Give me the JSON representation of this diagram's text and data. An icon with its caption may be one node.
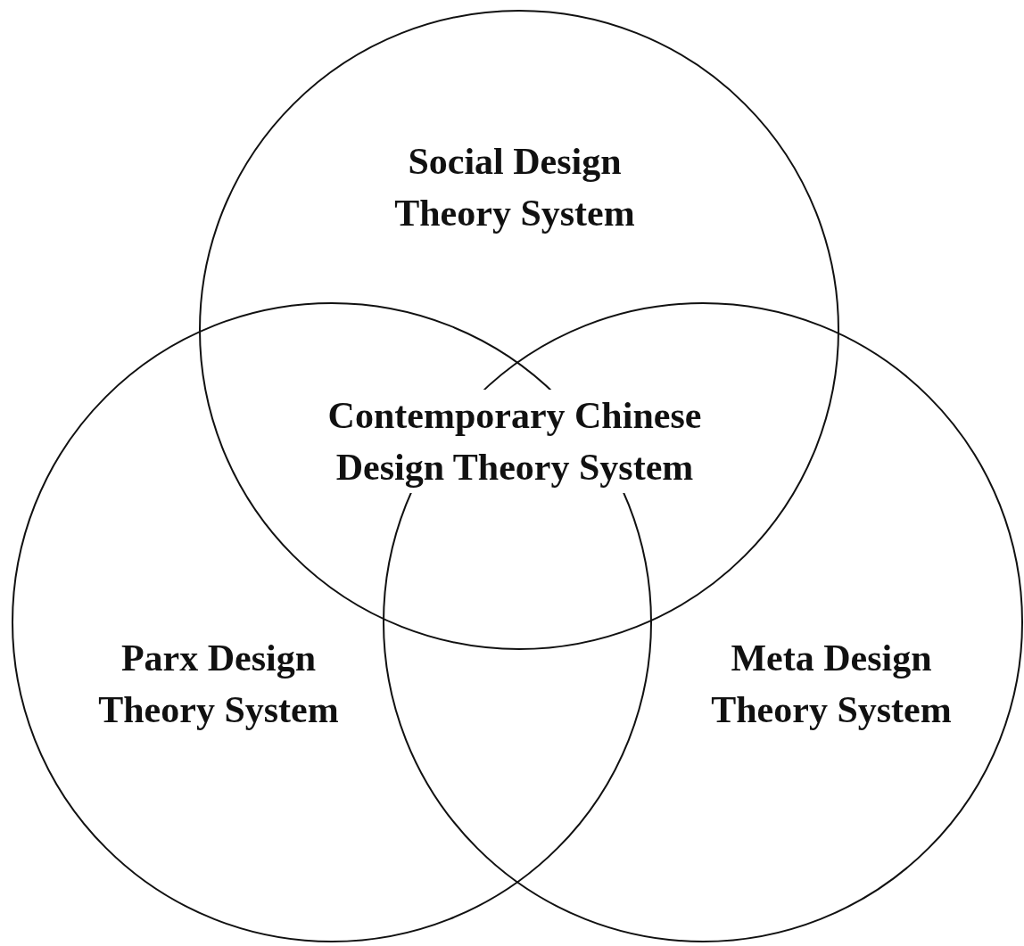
{
  "diagram": {
    "nodes": [
      {
        "text": [
          "Social Design Theory System"
        ]
      },
      {
        "text": [
          "Parx Design Theory System"
        ]
      },
      {
        "text": [
          "Meta Design Theory System"
        ]
      }
    ],
    "labels": [
      "Contemporary Chinese Design Theory System"
    ]
  }
}
